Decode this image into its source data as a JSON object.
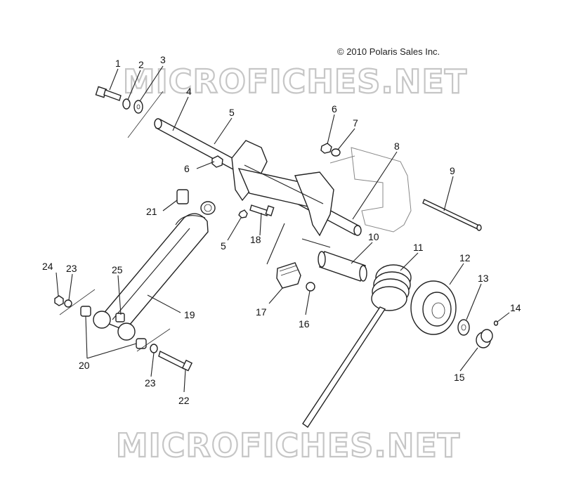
{
  "copyright": "© 2010 Polaris Sales Inc.",
  "watermark": "MICROFICHES.NET",
  "callouts": [
    "1",
    "2",
    "3",
    "4",
    "5",
    "6",
    "7",
    "8",
    "9",
    "10",
    "11",
    "12",
    "13",
    "14",
    "15",
    "16",
    "17",
    "18",
    "19",
    "20",
    "21",
    "22",
    "23",
    "24",
    "25",
    "6",
    "5",
    "23"
  ]
}
